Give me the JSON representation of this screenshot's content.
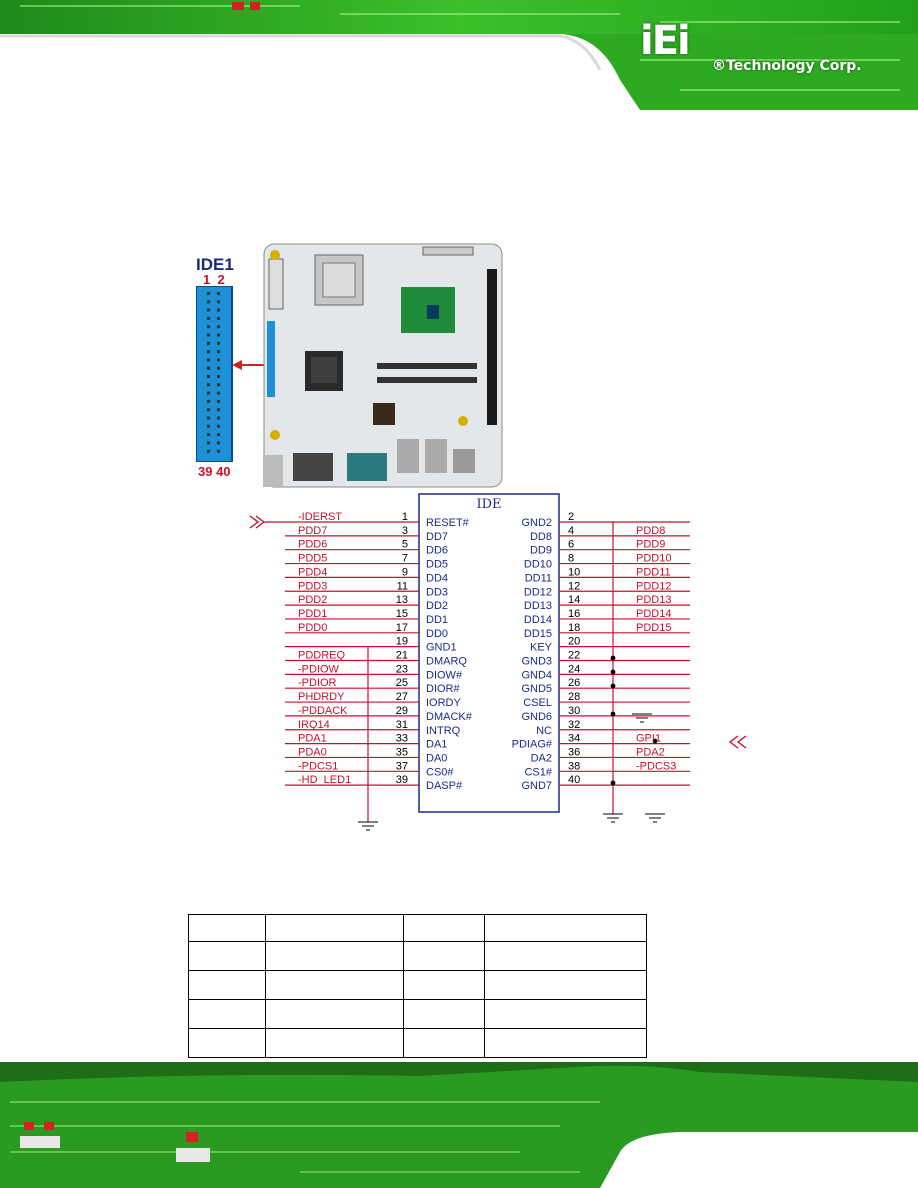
{
  "header": {
    "brand_logo": "iEi",
    "brand_name": "®Technology Corp."
  },
  "connector": {
    "title": "IDE1",
    "top_pins": "1  2",
    "bottom_pins": "39 40"
  },
  "schematic": {
    "chip_title": "IDE",
    "left_signals": [
      "-IDERST",
      "PDD7",
      "PDD6",
      "PDD5",
      "PDD4",
      "PDD3",
      "PDD2",
      "PDD1",
      "PDD0",
      "",
      "PDDREQ",
      "-PDIOW",
      "-PDIOR",
      "PHDRDY",
      "-PDDACK",
      "IRQ14",
      "PDA1",
      "PDA0",
      "-PDCS1",
      "-HD_LED1"
    ],
    "left_pins": [
      "1",
      "3",
      "5",
      "7",
      "9",
      "11",
      "13",
      "15",
      "17",
      "19",
      "21",
      "23",
      "25",
      "27",
      "29",
      "31",
      "33",
      "35",
      "37",
      "39"
    ],
    "left_names": [
      "RESET#",
      "DD7",
      "DD6",
      "DD5",
      "DD4",
      "DD3",
      "DD2",
      "DD1",
      "DD0",
      "GND1",
      "DMARQ",
      "DIOW#",
      "DIOR#",
      "IORDY",
      "DMACK#",
      "INTRQ",
      "DA1",
      "DA0",
      "CS0#",
      "DASP#"
    ],
    "right_names": [
      "GND2",
      "DD8",
      "DD9",
      "DD10",
      "DD11",
      "DD12",
      "DD13",
      "DD14",
      "DD15",
      "KEY",
      "GND3",
      "GND4",
      "GND5",
      "CSEL",
      "GND6",
      "NC",
      "PDIAG#",
      "DA2",
      "CS1#",
      "GND7"
    ],
    "right_pins": [
      "2",
      "4",
      "6",
      "8",
      "10",
      "12",
      "14",
      "16",
      "18",
      "20",
      "22",
      "24",
      "26",
      "28",
      "30",
      "32",
      "34",
      "36",
      "38",
      "40"
    ],
    "right_signals": [
      "",
      "PDD8",
      "PDD9",
      "PDD10",
      "PDD11",
      "PDD12",
      "PDD13",
      "PDD14",
      "PDD15",
      "",
      "",
      "",
      "",
      "",
      "",
      "",
      "GPI1",
      "PDA2",
      "-PDCS3",
      ""
    ]
  },
  "table": {
    "rows": [
      [
        "",
        "",
        "",
        ""
      ],
      [
        "",
        "",
        "",
        ""
      ],
      [
        "",
        "",
        "",
        ""
      ],
      [
        "",
        "",
        "",
        ""
      ],
      [
        "",
        "",
        "",
        ""
      ]
    ]
  },
  "colors": {
    "accent_green": "#7ed321",
    "signal_red": "#c8102e",
    "pin_blue": "#1a2a8a"
  }
}
